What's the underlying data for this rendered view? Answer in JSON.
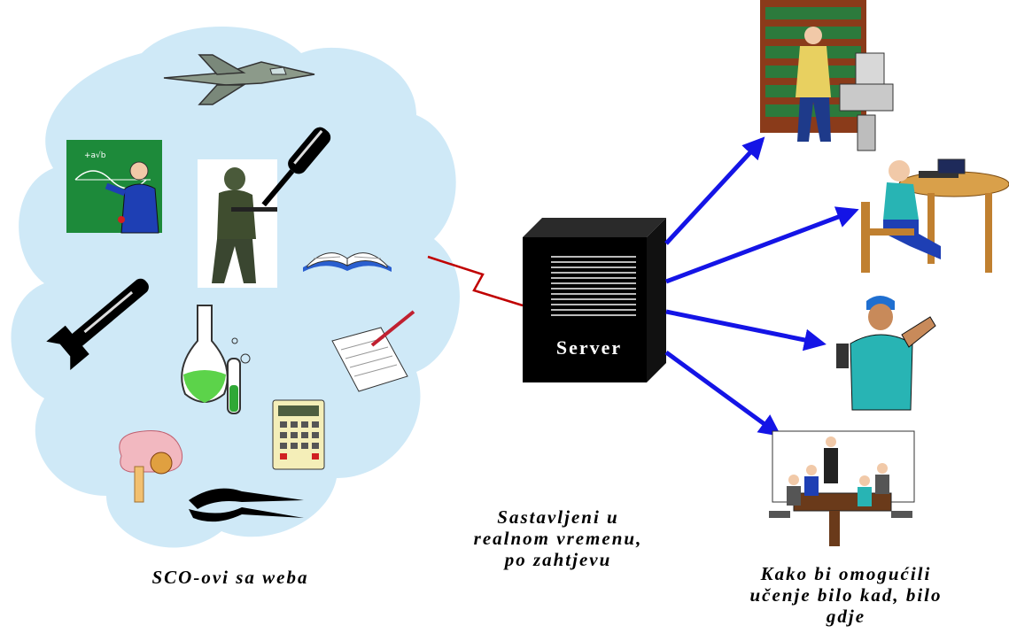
{
  "server": {
    "label": "Server"
  },
  "captions": {
    "left": "SCO-ovi sa weba",
    "middle": [
      "Sastavljeni u",
      "realnom vremenu,",
      "po zahtjevu"
    ],
    "right": [
      "Kako bi omogućili",
      "učenje bilo kad, bilo",
      "gdje"
    ]
  },
  "colors": {
    "cloud_fill": "#cfe9f7",
    "arrow": "#1414e6",
    "link_line": "#c00000",
    "server_body": "#000000"
  },
  "cloud_items": [
    "fighter-jet-icon",
    "teacher-at-board-icon",
    "soldier-icon",
    "screwdriver-icon",
    "open-book-icon",
    "wrench-icon",
    "lab-flask-icon",
    "notepad-pen-icon",
    "calculator-icon",
    "brain-icon",
    "pliers-icon"
  ],
  "recipients": [
    "library-workers-computer-icon",
    "person-at-laptop-icon",
    "worker-with-tablet-icon",
    "meeting-room-icon"
  ]
}
